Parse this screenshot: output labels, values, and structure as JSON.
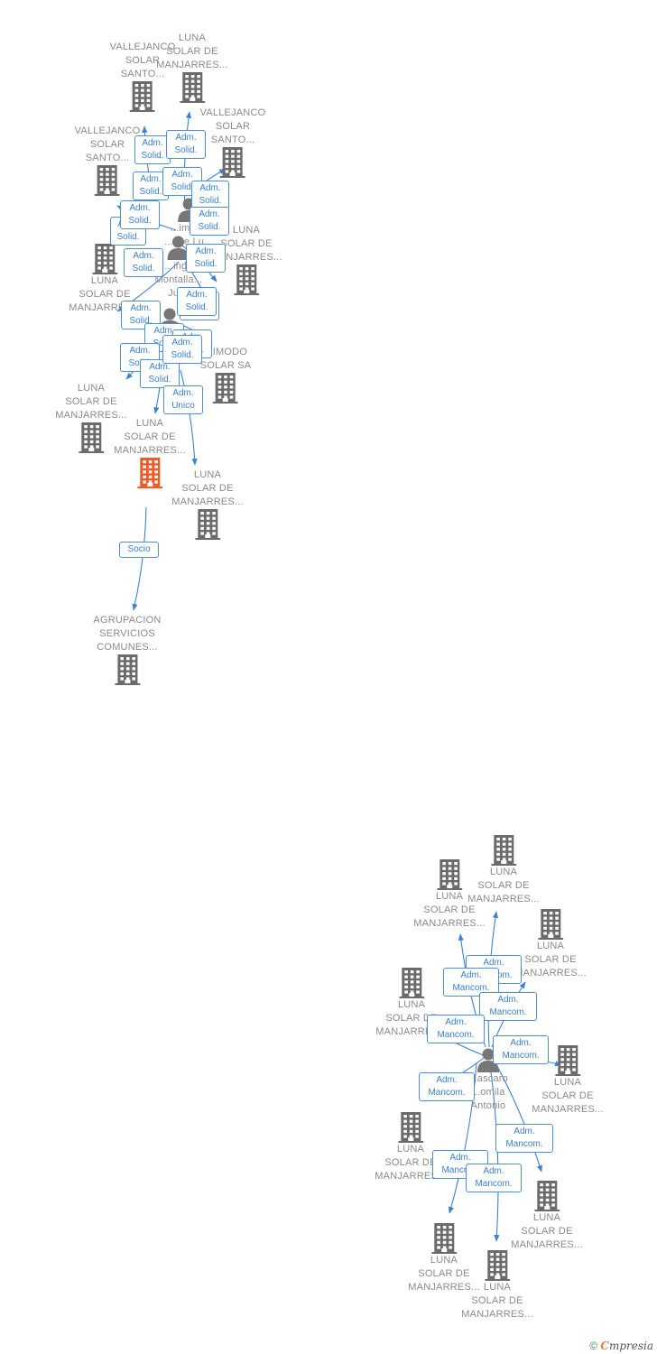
{
  "colors": {
    "edge": "#3b82d6",
    "company": "#6b6b6b",
    "focus": "#f05a28",
    "person": "#777777"
  },
  "nodes": [
    {
      "id": "c1",
      "kind": "company",
      "label": [
        "VALLEJANCO",
        "SOLAR",
        "SANTO..."
      ],
      "icon": "building-icon"
    },
    {
      "id": "c2",
      "kind": "company",
      "label": [
        "LUNA",
        "SOLAR DE",
        "MANJARRES..."
      ],
      "icon": "building-icon"
    },
    {
      "id": "c3",
      "kind": "company",
      "label": [
        "VALLEJANCO",
        "SOLAR",
        "SANTO..."
      ],
      "icon": "building-icon"
    },
    {
      "id": "c4",
      "kind": "company",
      "label": [
        "VALLEJANCO",
        "SOLAR",
        "SANTO..."
      ],
      "icon": "building-icon"
    },
    {
      "id": "c5",
      "kind": "company",
      "label": [
        "LUNA",
        "SOLAR DE",
        "MANJARRES..."
      ],
      "icon": "building-icon"
    },
    {
      "id": "c6",
      "kind": "company",
      "label": [
        "LUNA",
        "SOLAR DE",
        "MANJARRES..."
      ],
      "icon": "building-icon"
    },
    {
      "id": "c7",
      "kind": "company",
      "label": [
        "...IMODO",
        "SOLAR SA"
      ],
      "icon": "building-icon"
    },
    {
      "id": "c8",
      "kind": "company",
      "label": [
        "LUNA",
        "SOLAR DE",
        "MANJARRES..."
      ],
      "icon": "building-icon"
    },
    {
      "id": "focus",
      "kind": "focus",
      "label": [
        "LUNA",
        "SOLAR DE",
        "MANJARRES..."
      ],
      "icon": "building-icon"
    },
    {
      "id": "c9",
      "kind": "company",
      "label": [
        "LUNA",
        "SOLAR DE",
        "MANJARRES..."
      ],
      "icon": "building-icon"
    },
    {
      "id": "c10",
      "kind": "company",
      "label": [
        "AGRUPACION",
        "SERVICIOS",
        "COMUNES..."
      ],
      "icon": "building-icon"
    },
    {
      "id": "p1",
      "kind": "person",
      "label": [
        "...imene",
        "...ose Lu..."
      ],
      "icon": "person-icon"
    },
    {
      "id": "p2",
      "kind": "person",
      "label": [
        "...ingo",
        "Montalla...",
        "Julio"
      ],
      "icon": "person-icon"
    },
    {
      "id": "p3",
      "kind": "person",
      "label": [],
      "icon": "person-icon"
    },
    {
      "id": "d1",
      "kind": "company",
      "label": [
        "LUNA",
        "SOLAR DE",
        "MANJARRES..."
      ],
      "icon": "building-icon"
    },
    {
      "id": "d2",
      "kind": "company",
      "label": [
        "LUNA",
        "SOLAR DE",
        "MANJARRES..."
      ],
      "icon": "building-icon"
    },
    {
      "id": "d3",
      "kind": "company",
      "label": [
        "LUNA",
        "SOLAR DE",
        "MANJARRES..."
      ],
      "icon": "building-icon"
    },
    {
      "id": "d4",
      "kind": "company",
      "label": [
        "LUNA",
        "SOLAR DE",
        "MANJARRES..."
      ],
      "icon": "building-icon"
    },
    {
      "id": "d5",
      "kind": "company",
      "label": [
        "LUNA",
        "SOLAR DE",
        "MANJARRES..."
      ],
      "icon": "building-icon"
    },
    {
      "id": "d6",
      "kind": "company",
      "label": [
        "LUNA",
        "SOLAR DE",
        "MANJARRES..."
      ],
      "icon": "building-icon"
    },
    {
      "id": "d7",
      "kind": "company",
      "label": [
        "LUNA",
        "SOLAR DE",
        "MANJARRES..."
      ],
      "icon": "building-icon"
    },
    {
      "id": "d8",
      "kind": "company",
      "label": [
        "LUNA",
        "SOLAR DE",
        "MANJARRES..."
      ],
      "icon": "building-icon"
    },
    {
      "id": "d9",
      "kind": "company",
      "label": [
        "LUNA",
        "SOLAR DE",
        "MANJARRES..."
      ],
      "icon": "building-icon"
    },
    {
      "id": "pd",
      "kind": "person",
      "label": [
        "...ascaro",
        "...omila",
        "Antonio"
      ],
      "icon": "person-icon"
    }
  ],
  "badges": [
    {
      "id": "b1",
      "lines": [
        "Adm.",
        "Solid."
      ]
    },
    {
      "id": "b2",
      "lines": [
        "Adm.",
        "Solid."
      ]
    },
    {
      "id": "b3",
      "lines": [
        "Adm.",
        "Solid."
      ]
    },
    {
      "id": "b4",
      "lines": [
        "Adm.",
        "Solid."
      ]
    },
    {
      "id": "b5",
      "lines": [
        "Adm.",
        "Solid."
      ]
    },
    {
      "id": "b6",
      "lines": [
        "Adm.",
        "Solid."
      ]
    },
    {
      "id": "b7",
      "lines": [
        "Adm.",
        "Solid."
      ]
    },
    {
      "id": "b8",
      "lines": [
        "Adm.",
        "Solid."
      ]
    },
    {
      "id": "b9",
      "lines": [
        "Adm.",
        "Solid."
      ]
    },
    {
      "id": "b10",
      "lines": [
        "Adm.",
        "Solid."
      ]
    },
    {
      "id": "b11",
      "lines": [
        "Adm.",
        "Solid."
      ]
    },
    {
      "id": "b12",
      "lines": [
        "Adm.",
        "Solid."
      ]
    },
    {
      "id": "b13",
      "lines": [
        "Adm.",
        "Solid."
      ]
    },
    {
      "id": "b14",
      "lines": [
        "Adm.",
        "Solid."
      ]
    },
    {
      "id": "b15",
      "lines": [
        "Adm.",
        "Solid."
      ]
    },
    {
      "id": "b16",
      "lines": [
        "Adm.",
        "Solid."
      ]
    },
    {
      "id": "b17",
      "lines": [
        "Adm.",
        "Solid."
      ]
    },
    {
      "id": "b18",
      "lines": [
        "Adm.",
        "Solid."
      ]
    },
    {
      "id": "b19",
      "lines": [
        "Adm.",
        "Unico"
      ]
    },
    {
      "id": "b20",
      "lines": [
        "Socio"
      ]
    },
    {
      "id": "m1",
      "lines": [
        "Adm.",
        "Mancom."
      ]
    },
    {
      "id": "m2",
      "lines": [
        "Adm.",
        "Mancom."
      ]
    },
    {
      "id": "m3",
      "lines": [
        "Adm.",
        "Mancom."
      ]
    },
    {
      "id": "m4",
      "lines": [
        "Adm.",
        "Mancom."
      ]
    },
    {
      "id": "m5",
      "lines": [
        "Adm.",
        "Mancom."
      ]
    },
    {
      "id": "m6",
      "lines": [
        "Adm.",
        "Mancom."
      ]
    },
    {
      "id": "m7",
      "lines": [
        "Adm.",
        "Mancom."
      ]
    },
    {
      "id": "m8",
      "lines": [
        "Adm.",
        "Mancom."
      ]
    },
    {
      "id": "m9",
      "lines": [
        "Adm.",
        "Mancom."
      ]
    }
  ],
  "footer": {
    "copyright": "©",
    "brand_first": "C",
    "brand_rest": "mpresia"
  }
}
